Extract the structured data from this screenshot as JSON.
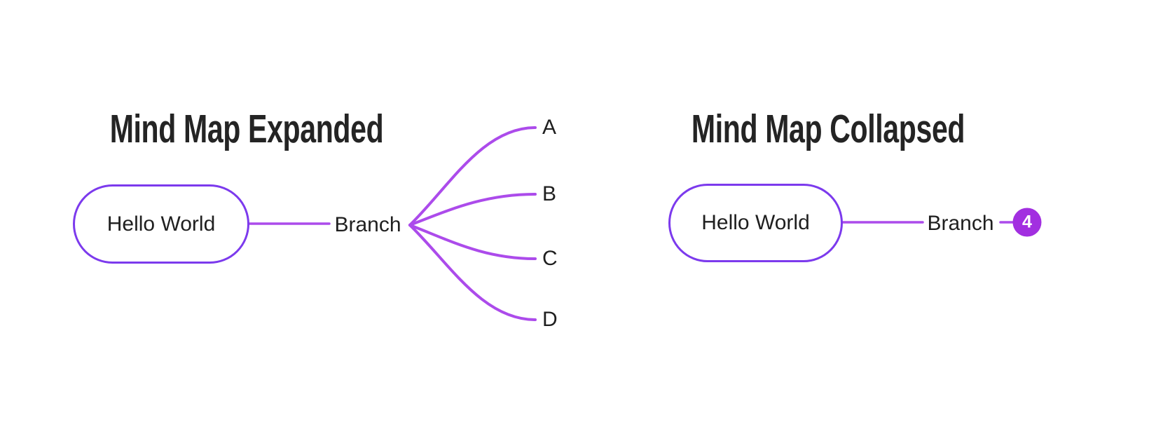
{
  "expanded": {
    "title": "Mind Map Expanded",
    "root_label": "Hello World",
    "branch_label": "Branch",
    "children": [
      "A",
      "B",
      "C",
      "D"
    ]
  },
  "collapsed": {
    "title": "Mind Map Collapsed",
    "root_label": "Hello World",
    "branch_label": "Branch",
    "collapsed_count": "4"
  },
  "colors": {
    "node_border": "#7C3AED",
    "edge": "#AC4BEB",
    "badge_bg": "#A22FE0",
    "badge_text": "#FFFFFF",
    "label_text": "#1F1F1F",
    "title_text": "#242424",
    "background": "#FFFFFF"
  }
}
